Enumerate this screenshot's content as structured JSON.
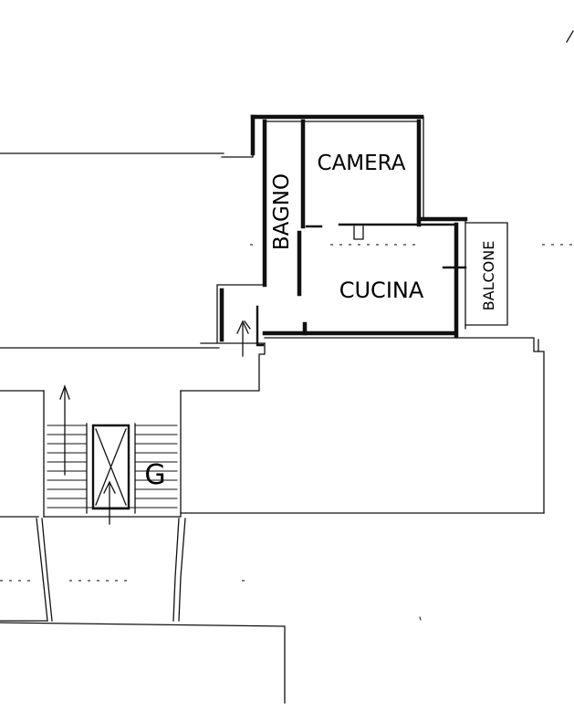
{
  "floor_plan": {
    "rooms": [
      {
        "id": "camera",
        "label": "CAMERA"
      },
      {
        "id": "bagno",
        "label": "BAGNO"
      },
      {
        "id": "cucina",
        "label": "CUCINA"
      },
      {
        "id": "balcone",
        "label": "BALCONE"
      }
    ],
    "stair_mark": "G"
  }
}
